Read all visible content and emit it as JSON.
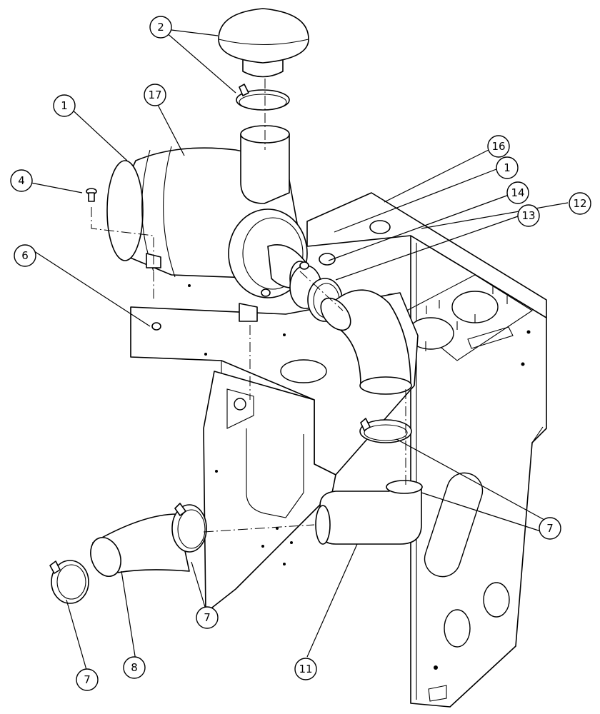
{
  "diagram": {
    "callouts": [
      {
        "label": "2"
      },
      {
        "label": "17"
      },
      {
        "label": "1"
      },
      {
        "label": "4"
      },
      {
        "label": "16"
      },
      {
        "label": "1"
      },
      {
        "label": "14"
      },
      {
        "label": "13"
      },
      {
        "label": "12"
      },
      {
        "label": "6"
      },
      {
        "label": "7"
      },
      {
        "label": "7"
      },
      {
        "label": "8"
      },
      {
        "label": "7"
      },
      {
        "label": "11"
      },
      {
        "label": "7"
      }
    ]
  }
}
